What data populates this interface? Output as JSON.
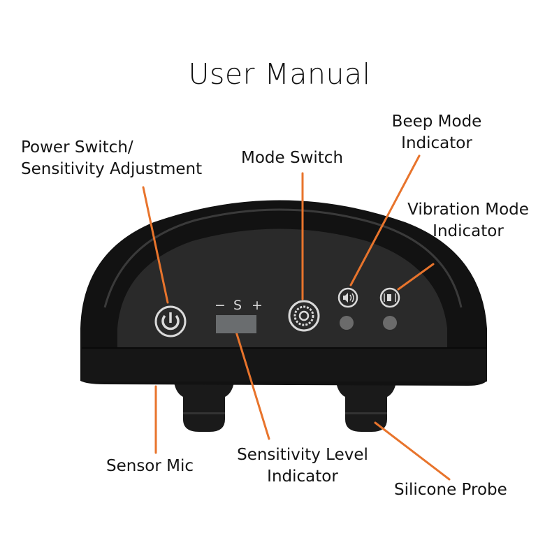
{
  "title": "User Manual",
  "labels": {
    "power_switch": [
      "Power Switch/",
      "Sensitivity Adjustment"
    ],
    "mode_switch": "Mode Switch",
    "beep_mode_indicator": [
      "Beep Mode",
      "Indicator"
    ],
    "vibration_mode_indicator": [
      "Vibration Mode",
      "Indicator"
    ],
    "sensor_mic": "Sensor Mic",
    "sensitivity_level_indicator": [
      "Sensitivity Level",
      "Indicator"
    ],
    "silicone_probe": "Silicone Probe"
  },
  "device": {
    "sensitivity_controls": {
      "minus": "−",
      "s": "S",
      "plus": "+"
    },
    "icons": [
      "power-icon",
      "gear-mode-icon",
      "speaker-beep-icon",
      "vibration-icon"
    ]
  },
  "colors": {
    "callout_line": "#e8742c",
    "device_body": "#151515",
    "panel": "#2b2b2b",
    "icon_outline": "#d9d9d9",
    "led_off": "#6b6b6b"
  }
}
